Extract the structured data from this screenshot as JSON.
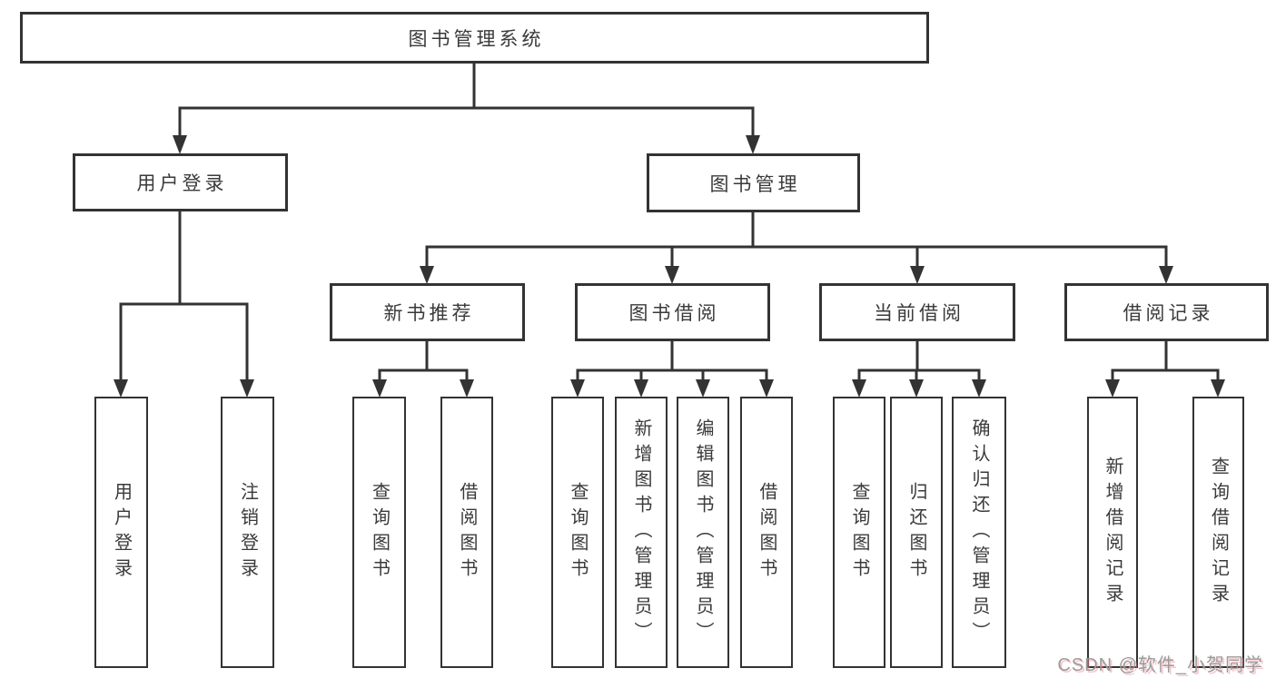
{
  "nodes": {
    "root": {
      "label": "图书管理系统"
    },
    "user_login": {
      "label": "用户登录"
    },
    "book_mgmt": {
      "label": "图书管理"
    },
    "new_books": {
      "label": "新书推荐"
    },
    "book_borrow": {
      "label": "图书借阅"
    },
    "current_borrow": {
      "label": "当前借阅"
    },
    "borrow_records": {
      "label": "借阅记录"
    },
    "leaf_user_login": {
      "label": "用户登录"
    },
    "leaf_logout": {
      "label": "注销登录"
    },
    "nb_query": {
      "label": "查询图书"
    },
    "nb_borrow": {
      "label": "借阅图书"
    },
    "bb_query": {
      "label": "查询图书"
    },
    "bb_add": {
      "label": "新增图书（管理员）"
    },
    "bb_edit": {
      "label": "编辑图书（管理员）"
    },
    "bb_borrow": {
      "label": "借阅图书"
    },
    "cb_query": {
      "label": "查询图书"
    },
    "cb_return": {
      "label": "归还图书"
    },
    "cb_confirm": {
      "label": "确认归还（管理员）"
    },
    "br_add": {
      "label": "新增借阅记录"
    },
    "br_query": {
      "label": "查询借阅记录"
    }
  },
  "watermark": "CSDN @软件_小贺同学",
  "colors": {
    "line": "#333333",
    "box_border": "#333333",
    "text": "#3a3a3a",
    "watermark": "#9b9b9b",
    "background": "#ffffff"
  }
}
